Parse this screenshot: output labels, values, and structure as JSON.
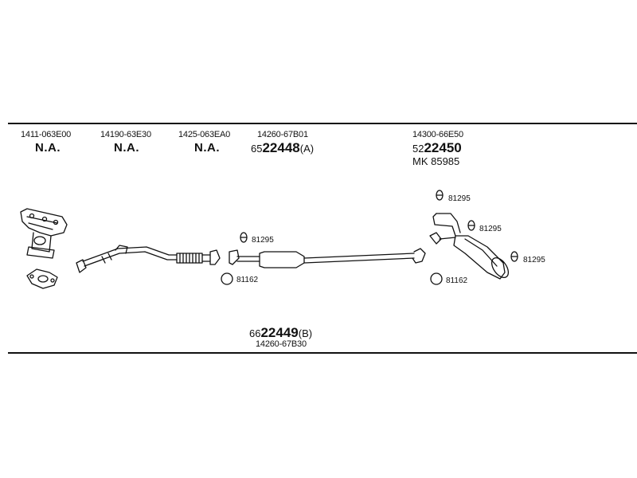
{
  "header_parts": [
    {
      "part_no": "1411-063E00",
      "status": "N.A."
    },
    {
      "part_no": "14190-63E30",
      "status": "N.A."
    },
    {
      "part_no": "1425-063EA0",
      "status": "N.A."
    },
    {
      "part_no": "14260-67B01",
      "ref_prefix": "65",
      "ref_main": "22448",
      "ref_suffix": "(A)"
    },
    {
      "part_no": "14300-66E50",
      "ref_prefix": "52",
      "ref_main": "22450",
      "kit": "MK  85985"
    }
  ],
  "callouts": {
    "gasket_81295": "81295",
    "ring_81162": "81162"
  },
  "bottom_part": {
    "ref_prefix": "66",
    "ref_main": "22449",
    "ref_suffix": "(B)",
    "part_no": "14260-67B30"
  },
  "colors": {
    "line": "#111111",
    "background": "#ffffff"
  }
}
